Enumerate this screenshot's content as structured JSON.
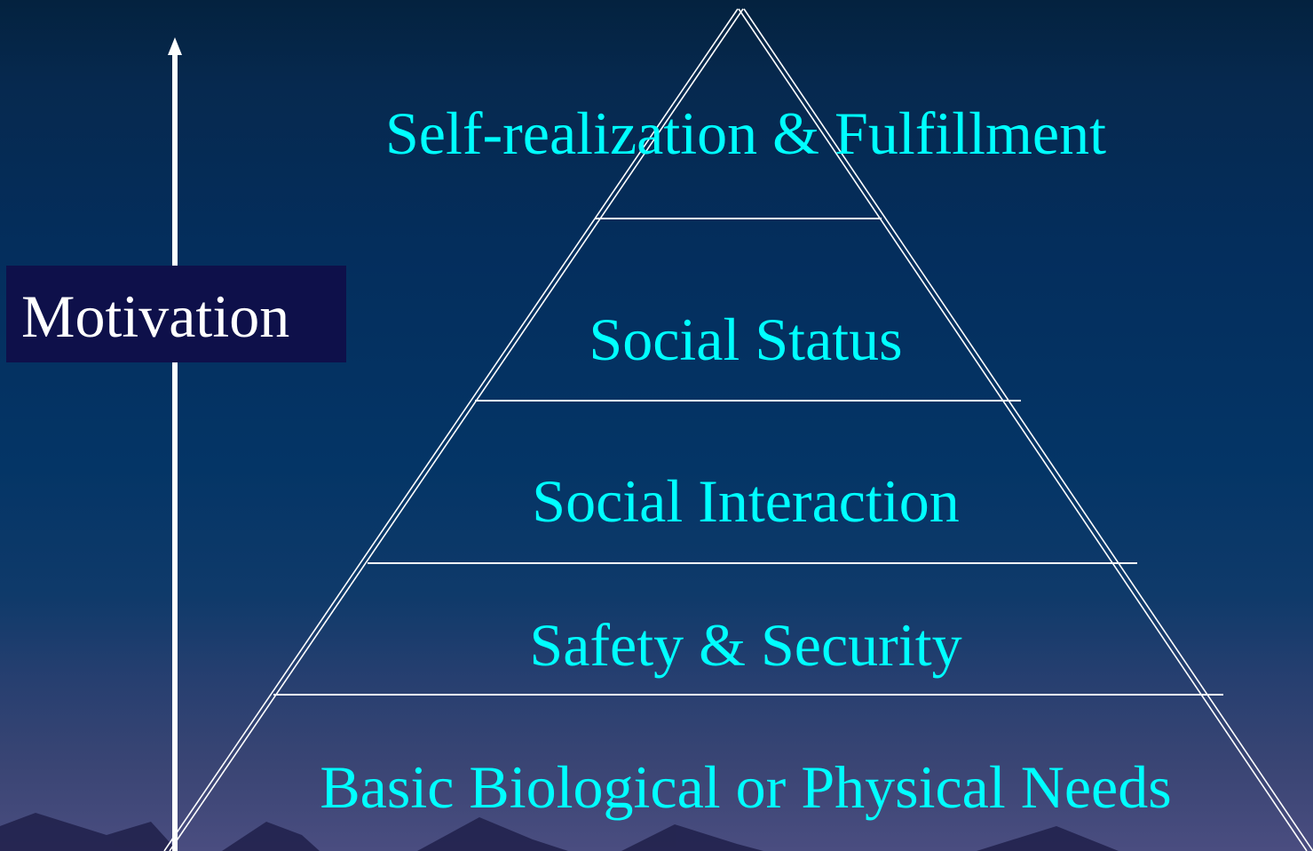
{
  "axis": {
    "label": "Motivation"
  },
  "pyramid": {
    "levels": [
      {
        "label": "Self-realization & Fulfillment"
      },
      {
        "label": "Social Status"
      },
      {
        "label": "Social Interaction"
      },
      {
        "label": "Safety & Security"
      },
      {
        "label": "Basic Biological or Physical Needs"
      }
    ]
  },
  "colors": {
    "label_text": "#00ffff",
    "lines": "#ffffff",
    "motivation_box": "#0e104a",
    "background_top": "#04223f",
    "background_bottom": "#4a4d80"
  }
}
